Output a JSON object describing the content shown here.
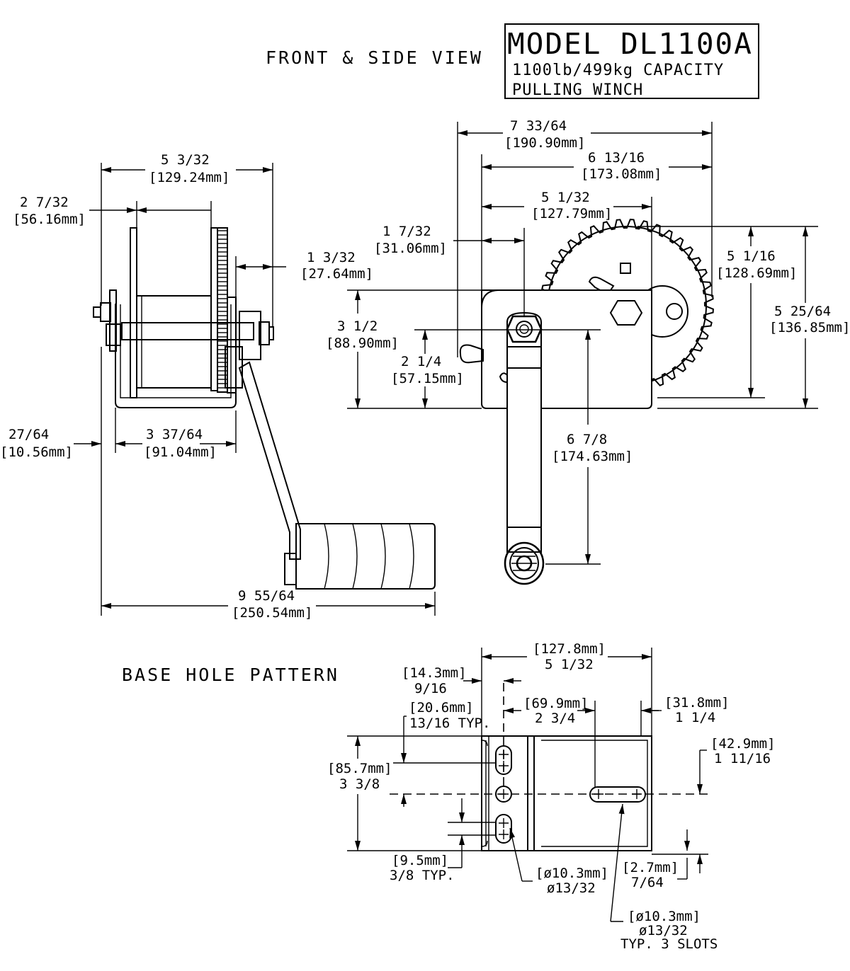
{
  "title_block": {
    "model": "MODEL DL1100A",
    "capacity": "1100lb/499kg CAPACITY",
    "type": "PULLING WINCH"
  },
  "views": {
    "front_side": "FRONT & SIDE VIEW",
    "base": "BASE HOLE PATTERN"
  },
  "side_view": {
    "overall_top": [
      "5 3/32",
      "[129.24mm]"
    ],
    "drum_width": [
      "2 7/32",
      "[56.16mm]"
    ],
    "shaft_ext": [
      "1 3/32",
      "[27.64mm]"
    ],
    "base_offset": [
      "27/64",
      "[10.56mm]"
    ],
    "base_width": [
      "3 37/64",
      "[91.04mm]"
    ],
    "overall_bottom": [
      "9 55/64",
      "[250.54mm]"
    ]
  },
  "front_view": {
    "overall_width": [
      "7 33/64",
      "[190.90mm]"
    ],
    "frame_to_gear": [
      "6 13/16",
      "[173.08mm]"
    ],
    "base_length": [
      "5 1/32",
      "[127.79mm]"
    ],
    "shaft_offset": [
      "1 7/32",
      "[31.06mm]"
    ],
    "frame_height": [
      "3 1/2",
      "[88.90mm]"
    ],
    "shaft_height": [
      "2 1/4",
      "[57.15mm]"
    ],
    "gear_height": [
      "5 1/16",
      "[128.69mm]"
    ],
    "overall_height": [
      "5 25/64",
      "[136.85mm]"
    ],
    "handle_length": [
      "6 7/8",
      "[174.63mm]"
    ]
  },
  "base_pattern": {
    "overall_length": [
      "[127.8mm]",
      "5 1/32"
    ],
    "edge_to_holes": [
      "[14.3mm]",
      "9/16"
    ],
    "edge_to_slots": [
      "[20.6mm]",
      "13/16 TYP."
    ],
    "hole_to_slot": [
      "[69.9mm]",
      "2 3/4"
    ],
    "slot_to_edge": [
      "[31.8mm]",
      "1 1/4"
    ],
    "slot_depth": [
      "[42.9mm]",
      "1 11/16"
    ],
    "base_depth": [
      "[85.7mm]",
      "3 3/8"
    ],
    "slot_length": [
      "[9.5mm]",
      "3/8 TYP."
    ],
    "hole_dia": [
      "[ø10.3mm]",
      "ø13/32"
    ],
    "flange": [
      "[2.7mm]",
      "7/64"
    ],
    "slot_dia": [
      "[ø10.3mm]",
      "ø13/32",
      "TYP. 3 SLOTS"
    ]
  }
}
